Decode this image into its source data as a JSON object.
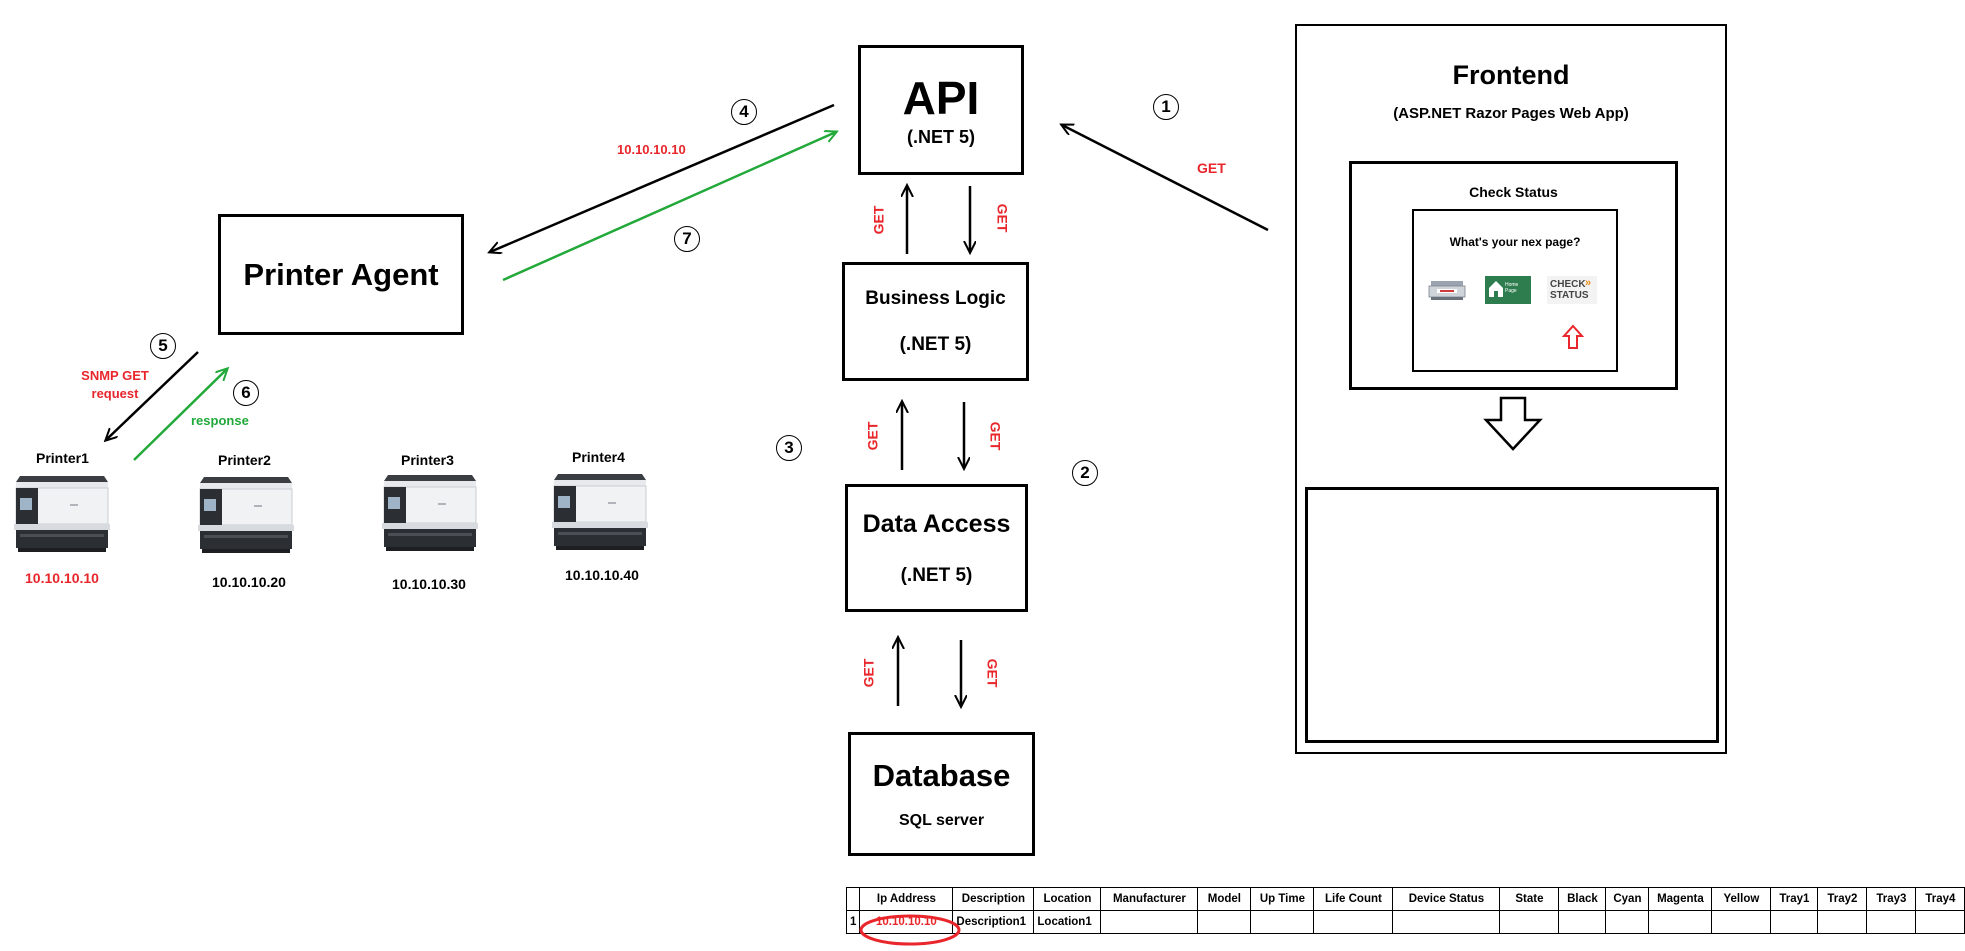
{
  "api": {
    "title": "API",
    "subtitle": "(.NET 5)"
  },
  "business_logic": {
    "title": "Business Logic",
    "subtitle": "(.NET 5)"
  },
  "data_access": {
    "title": "Data Access",
    "subtitle": "(.NET 5)"
  },
  "database": {
    "title": "Database",
    "subtitle": "SQL server"
  },
  "printer_agent": {
    "title": "Printer Agent"
  },
  "frontend": {
    "title": "Frontend",
    "subtitle": "(ASP.NET Razor Pages Web App)",
    "check_status_title": "Check Status",
    "prompt": "What's your nex page?",
    "tile_home_label": "Home\nPage",
    "tile_check_label": "CHECK\nSTATUS"
  },
  "labels": {
    "get": "GET",
    "agent_ip": "10.10.10.10",
    "snmp_request": "SNMP GET\nrequest",
    "response": "response"
  },
  "steps": [
    "1",
    "2",
    "3",
    "4",
    "5",
    "6",
    "7"
  ],
  "printers": [
    {
      "name": "Printer1",
      "ip": "10.10.10.10",
      "highlight": true
    },
    {
      "name": "Printer2",
      "ip": "10.10.10.20",
      "highlight": false
    },
    {
      "name": "Printer3",
      "ip": "10.10.10.30",
      "highlight": false
    },
    {
      "name": "Printer4",
      "ip": "10.10.10.40",
      "highlight": false
    }
  ],
  "db_table": {
    "headers": [
      "Ip Address",
      "Description",
      "Location",
      "Manufacturer",
      "Model",
      "Up Time",
      "Life Count",
      "Device Status",
      "State",
      "Black",
      "Cyan",
      "Magenta",
      "Yellow",
      "Tray1",
      "Tray2",
      "Tray3",
      "Tray4"
    ],
    "rows": [
      {
        "index": "1",
        "cells": [
          "10.10.10.10",
          "Description1",
          "Location1",
          "",
          "",
          "",
          "",
          "",
          "",
          "",
          "",
          "",
          "",
          "",
          "",
          "",
          ""
        ]
      }
    ]
  },
  "colors": {
    "red": "#e8262b",
    "green": "#22a93a",
    "black": "#000000"
  }
}
